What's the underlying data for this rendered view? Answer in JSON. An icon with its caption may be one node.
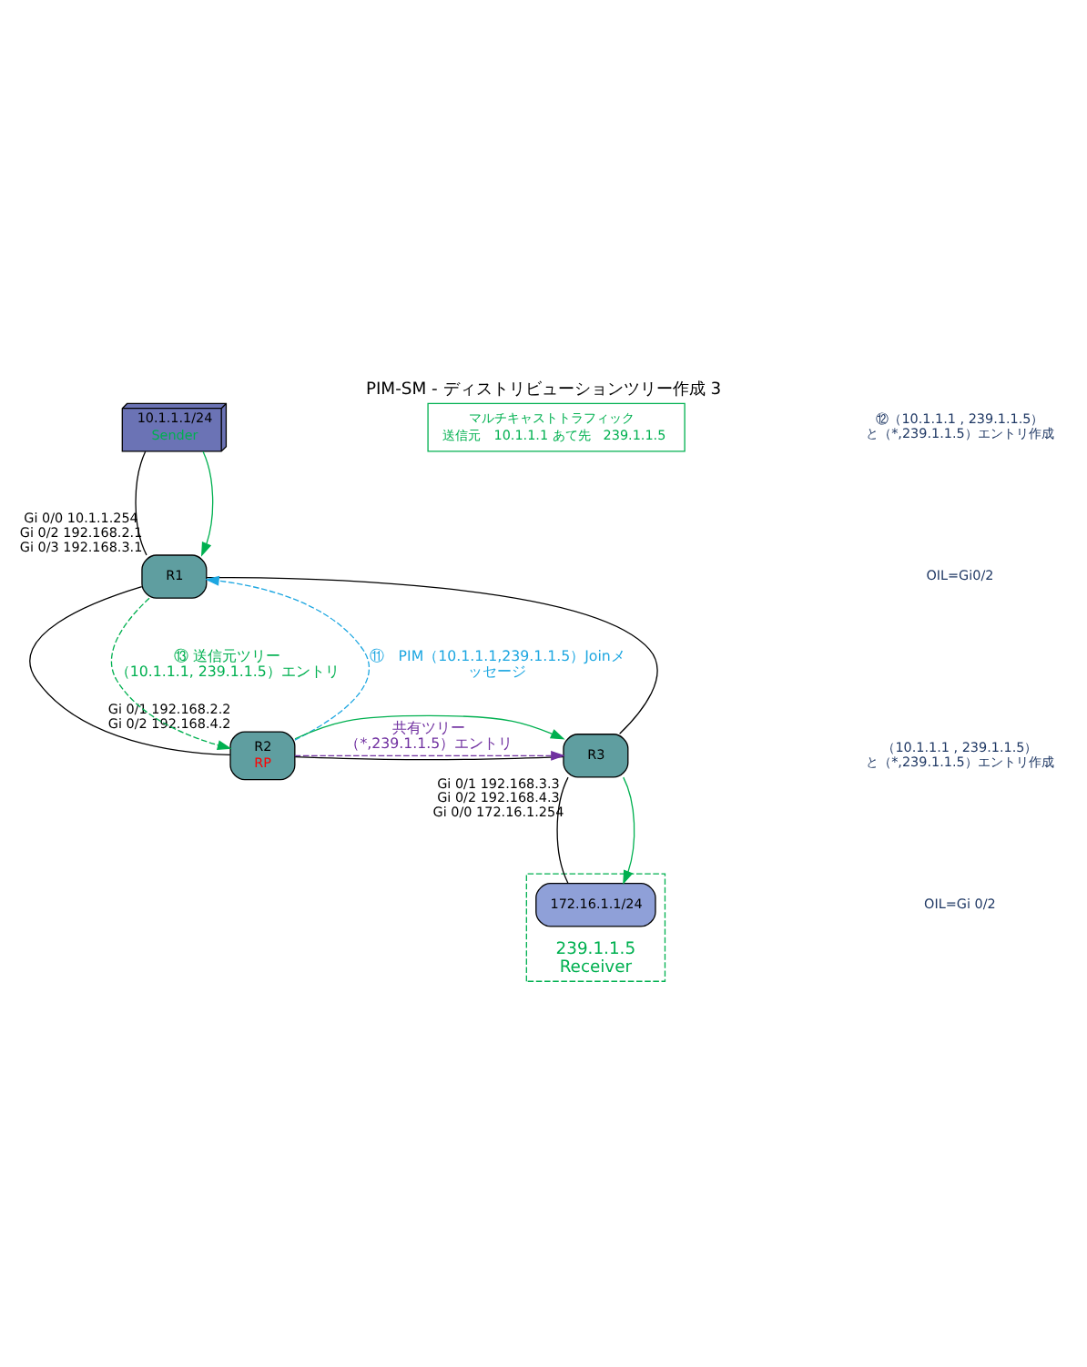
{
  "diagram": {
    "title": "PIM-SM - ディストリビューションツリー作成 3",
    "nodes": [
      {
        "text": [
          "10.1.1.1/24",
          "Sender"
        ]
      },
      {
        "text": [
          "R1"
        ],
        "beside": [
          "Gi 0/0 10.1.1.254",
          "Gi 0/2 192.168.2.1",
          "Gi 0/3 192.168.3.1"
        ]
      },
      {
        "text": [
          "R2",
          "RP"
        ],
        "beside": [
          "Gi 0/1 192.168.2.2",
          "Gi 0/2 192.168.4.2"
        ]
      },
      {
        "text": [
          "R3"
        ],
        "beside": [
          "Gi 0/1 192.168.3.3",
          "Gi 0/2 192.168.4.3",
          "Gi 0/0 172.16.1.254"
        ]
      },
      {
        "text": [
          "239.1.1.5",
          "Receiver"
        ]
      },
      {
        "text": [
          "172.16.1.1/24"
        ],
        "in": 4
      },
      {
        "text": [
          "マルチキャストトラフィック",
          "送信元　10.1.1.1 あて先　239.1.1.5"
        ]
      }
    ],
    "edges": [
      {
        "from": 0,
        "to": 1,
        "arrow": "none"
      },
      {
        "from": 0,
        "to": 1,
        "arrow": "to",
        "color": "#00b050"
      },
      {
        "from": 1,
        "to": 2,
        "arrow": "none"
      },
      {
        "from": 1,
        "to": 3,
        "arrow": "none"
      },
      {
        "from": 2,
        "to": 1,
        "arrow": "to",
        "style": "dashed",
        "color": "#1ea7e1",
        "label": "⑪　PIM（10.1.1.1,239.1.1.5）Joinメッセージ"
      },
      {
        "from": 1,
        "to": 2,
        "arrow": "to",
        "style": "dashed",
        "color": "#00b050",
        "label": "⑬ 送信元ツリー（10.1.1.1, 239.1.1.5）エントリ"
      },
      {
        "from": 2,
        "to": 3,
        "arrow": "none"
      },
      {
        "from": 2,
        "to": 3,
        "arrow": "to",
        "style": "dashed",
        "color": "#7030a0",
        "label": "共有ツリー（*,239.1.1.5）エントリ"
      },
      {
        "from": 2,
        "to": 3,
        "arrow": "to",
        "color": "#00b050"
      },
      {
        "from": 3,
        "to": 5,
        "arrow": "none"
      },
      {
        "from": 3,
        "to": 5,
        "arrow": "to",
        "color": "#00b050"
      }
    ],
    "labels": [
      "⑫（10.1.1.1 , 239.1.1.5）と（*,239.1.1.5）エントリ作成",
      "OIL=Gi0/2",
      "（10.1.1.1 , 239.1.1.5）と（*,239.1.1.5）エントリ作成",
      "OIL=Gi 0/2"
    ]
  }
}
